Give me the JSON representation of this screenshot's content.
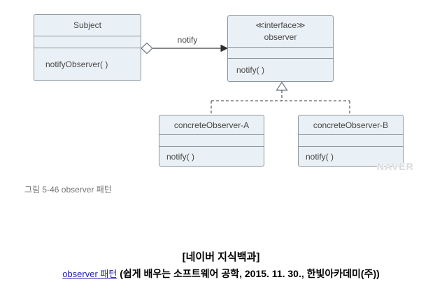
{
  "diagram": {
    "classes": {
      "subject": {
        "name": "Subject",
        "method": "notifyObserver( )"
      },
      "observer": {
        "stereotype": "≪interface≫",
        "name": "observer",
        "method": "notify( )"
      },
      "concrete_a": {
        "name": "concreteObserver-A",
        "method": "notify( )"
      },
      "concrete_b": {
        "name": "concreteObserver-B",
        "method": "notify( )"
      }
    },
    "association_label": "notify",
    "watermark": "NAVER",
    "colors": {
      "box_fill": "#eaf1f6",
      "box_border": "#8b959c",
      "connector_line": "#3f3f3f",
      "link_blue": "#2323aa",
      "caption_gray": "#757575",
      "watermark_gray": "#d9dce0"
    }
  },
  "caption": "그림 5-46 observer 패턴",
  "footer": {
    "source_title": "[네이버 지식백과]",
    "link_text": "observer 패턴",
    "citation": "(쉽게 배우는 소프트웨어 공학, 2015. 11. 30., 한빛아카데미(주))"
  }
}
